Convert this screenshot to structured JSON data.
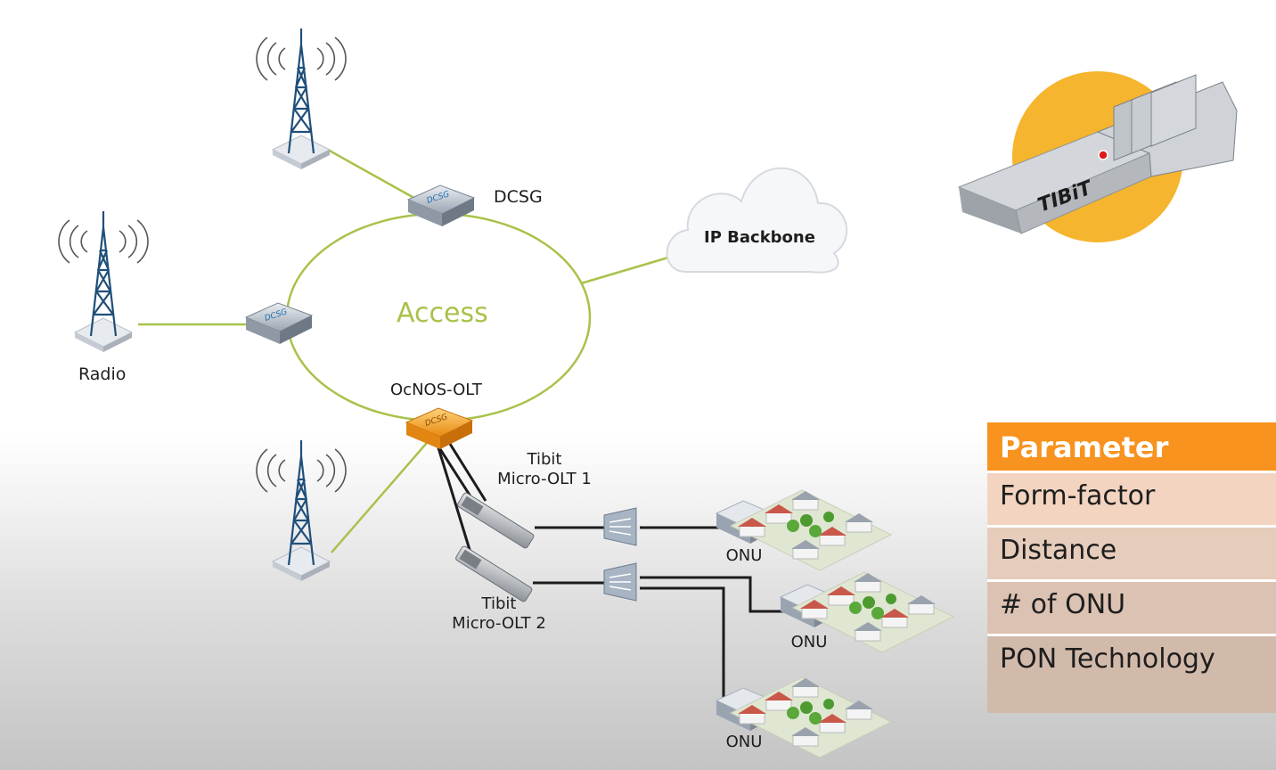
{
  "diagram": {
    "ring_label": "Access",
    "cloud_label": "IP Backbone",
    "dcsg_label": "DCSG",
    "radio_label": "Radio",
    "olt_label": "OcNOS-OLT",
    "micro_olt_1": [
      "Tibit",
      "Micro-OLT 1"
    ],
    "micro_olt_2": [
      "Tibit",
      "Micro-OLT 2"
    ],
    "onu_label": "ONU",
    "device_badge": "DCSG",
    "brand_logo": "TIBiT"
  },
  "parameter_table": {
    "header": "Parameter",
    "rows": [
      "Form-factor",
      "Distance",
      "# of ONU",
      "PON Technology"
    ]
  },
  "colors": {
    "ring_line": "#a8c24a",
    "accent_orange": "#f7931e",
    "sun_yellow": "#f5b52e",
    "fiber_line": "#222222"
  }
}
